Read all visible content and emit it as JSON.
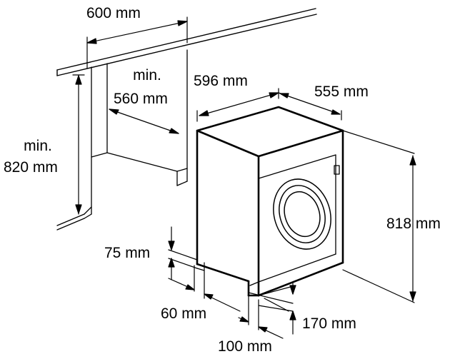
{
  "labels": {
    "niche_width": "600 mm",
    "niche_depth_line1": "min.",
    "niche_depth_line2": "560 mm",
    "niche_height_line1": "min.",
    "niche_height_line2": "820 mm",
    "machine_width": "596 mm",
    "machine_depth": "555 mm",
    "machine_height": "818 mm",
    "foot_height": "75 mm",
    "foot_offset_side": "60 mm",
    "foot_offset_front": "100 mm",
    "foot_gap": "170 mm"
  },
  "colors": {
    "line": "#000000",
    "background": "#ffffff"
  }
}
